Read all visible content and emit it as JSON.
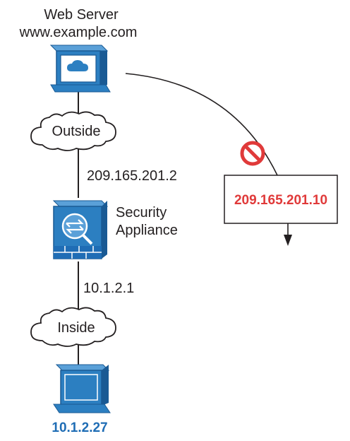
{
  "web_server": {
    "title": "Web Server",
    "host": "www.example.com"
  },
  "outside_cloud": {
    "label": "Outside"
  },
  "outside_ip": "209.165.201.2",
  "security_appliance": {
    "line1": "Security",
    "line2": "Appliance"
  },
  "inside_ip": "10.1.2.1",
  "inside_cloud": {
    "label": "Inside"
  },
  "client_ip": "10.1.2.27",
  "packet": {
    "address": "209.165.201.10",
    "status_icon": "blocked-icon"
  },
  "colors": {
    "device_blue": "#2c7fc1",
    "device_dark": "#1a5a94",
    "client_label": "#1f6db5",
    "blocked_red": "#e03a3a",
    "line": "#231f20"
  }
}
